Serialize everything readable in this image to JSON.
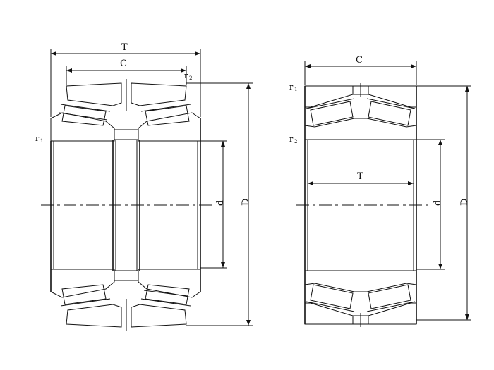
{
  "left_drawing": {
    "label_T": "T",
    "label_C": "C",
    "label_r1": "r",
    "label_r1_sub": "1",
    "label_r2": "r",
    "label_r2_sub": "2",
    "label_d": "d",
    "label_D": "D"
  },
  "right_drawing": {
    "label_C": "C",
    "label_T": "T",
    "label_r1": "r",
    "label_r1_sub": "1",
    "label_r2": "r",
    "label_r2_sub": "2",
    "label_d": "d",
    "label_D": "D"
  },
  "colors": {
    "line": "#111111",
    "background": "#ffffff"
  }
}
